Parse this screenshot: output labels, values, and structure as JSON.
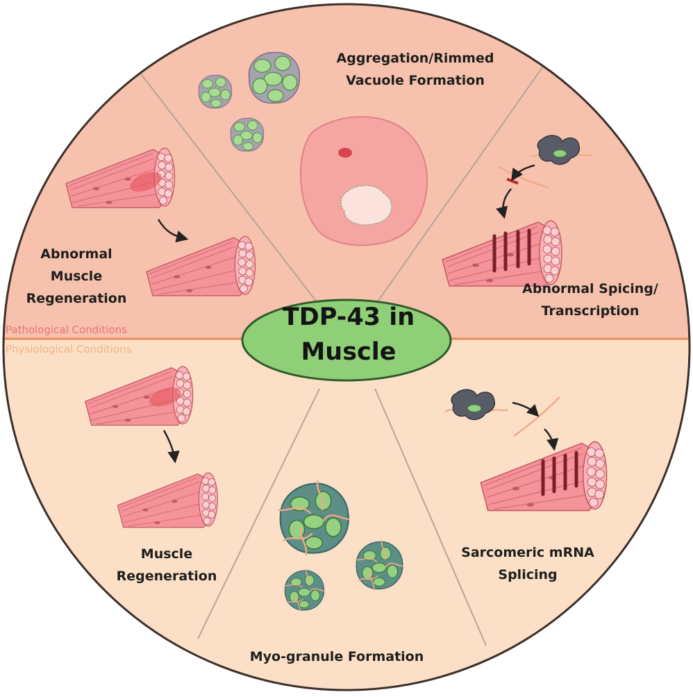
{
  "center": {
    "line1": "TDP-43 in",
    "line2": "Muscle"
  },
  "conditions": {
    "pathological": "Pathological Conditions",
    "physiological": "Physiological Conditions"
  },
  "sectors": {
    "aggregation": {
      "line1": "Aggregation/Rimmed",
      "line2": "Vacuole Formation"
    },
    "abnormal_splicing": {
      "line1": "Abnormal Spicing/",
      "line2": "Transcription"
    },
    "abnormal_regeneration": {
      "line1": "Abnormal",
      "line2": "Muscle",
      "line3": "Regeneration"
    },
    "regeneration": {
      "line1": "Muscle",
      "line2": "Regeneration"
    },
    "myo_granule": {
      "line1": "Myo-granule Formation"
    },
    "sarcomeric": {
      "line1": "Sarcomeric mRNA",
      "line2": "Splicing"
    }
  },
  "colors": {
    "pathological_bg": "#f7c2ad",
    "physiological_bg": "#fbe0c7",
    "pathological_text": "#e8737c",
    "physiological_text": "#f2b483",
    "divider": "#e98a55",
    "center_fill": "#8fcf78",
    "center_stroke": "#2f5a2a",
    "muscle": "#f4949a",
    "granule_green": "#96d183"
  }
}
